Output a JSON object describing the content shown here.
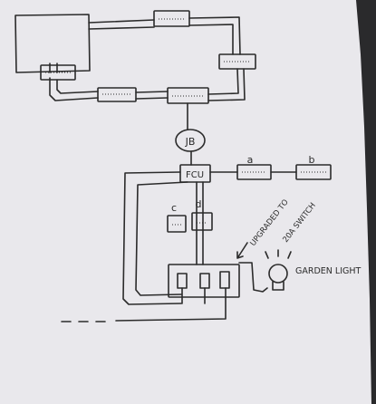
{
  "diagram": {
    "labels": {
      "junction_box": "JB",
      "fcu": "FCU",
      "socket_a": "a",
      "socket_b": "b",
      "socket_c": "c",
      "socket_d": "d",
      "annotation_line1": "UPGRADED TO",
      "annotation_line2": "20A SWITCH",
      "garden_light": "GARDEN LIGHT"
    },
    "colors": {
      "paper": "#e9e8ec",
      "ink": "#2b2b2b",
      "background": "#2a2a2c"
    }
  }
}
